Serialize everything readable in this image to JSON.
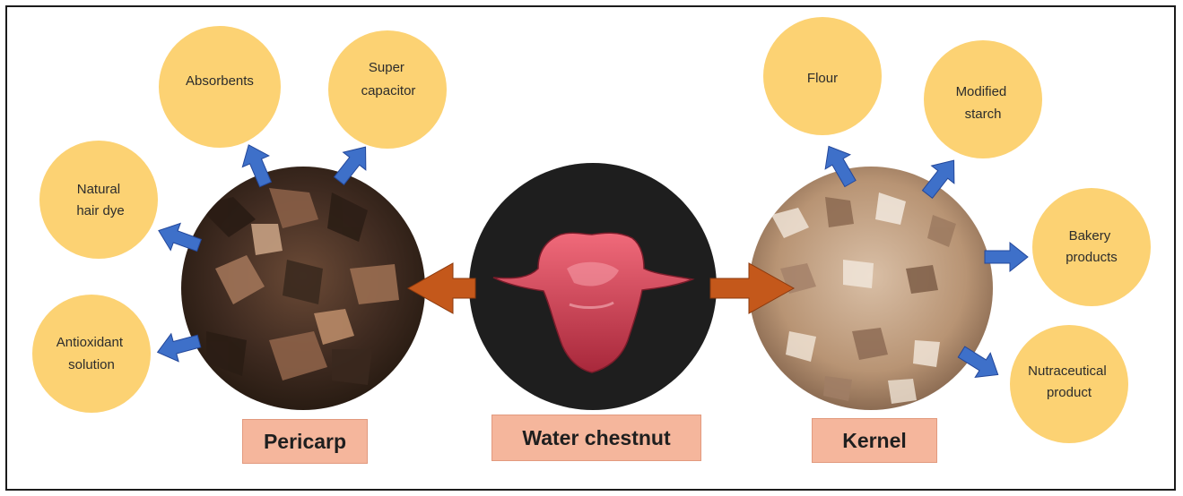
{
  "diagram": {
    "center": {
      "label": "Water chestnut",
      "image": "water-chestnut-photo"
    },
    "left": {
      "label": "Pericarp",
      "image": "pericarp-shells-photo",
      "uses": [
        {
          "id": "absorbents",
          "lines": [
            "Absorbents"
          ]
        },
        {
          "id": "super-capacitor",
          "lines": [
            "Super",
            "capacitor"
          ]
        },
        {
          "id": "natural-hair-dye",
          "lines": [
            "Natural",
            "hair dye"
          ]
        },
        {
          "id": "antioxidant-solution",
          "lines": [
            "Antioxidant",
            "solution"
          ]
        }
      ]
    },
    "right": {
      "label": "Kernel",
      "image": "kernel-pieces-photo",
      "uses": [
        {
          "id": "flour",
          "lines": [
            "Flour"
          ]
        },
        {
          "id": "modified-starch",
          "lines": [
            "Modified",
            "starch"
          ]
        },
        {
          "id": "bakery-products",
          "lines": [
            "Bakery",
            "products"
          ]
        },
        {
          "id": "nutraceutical-product",
          "lines": [
            "Nutraceutical",
            "product"
          ]
        }
      ]
    },
    "colors": {
      "bubble": "#fcd273",
      "main_arrow": "#c4581b",
      "use_arrow": "#3e70c9",
      "label_box": "#f5b69c",
      "center_bg": "#1e1e1e",
      "pericarp": "#4a3226",
      "kernel": "#c9a98e"
    }
  }
}
